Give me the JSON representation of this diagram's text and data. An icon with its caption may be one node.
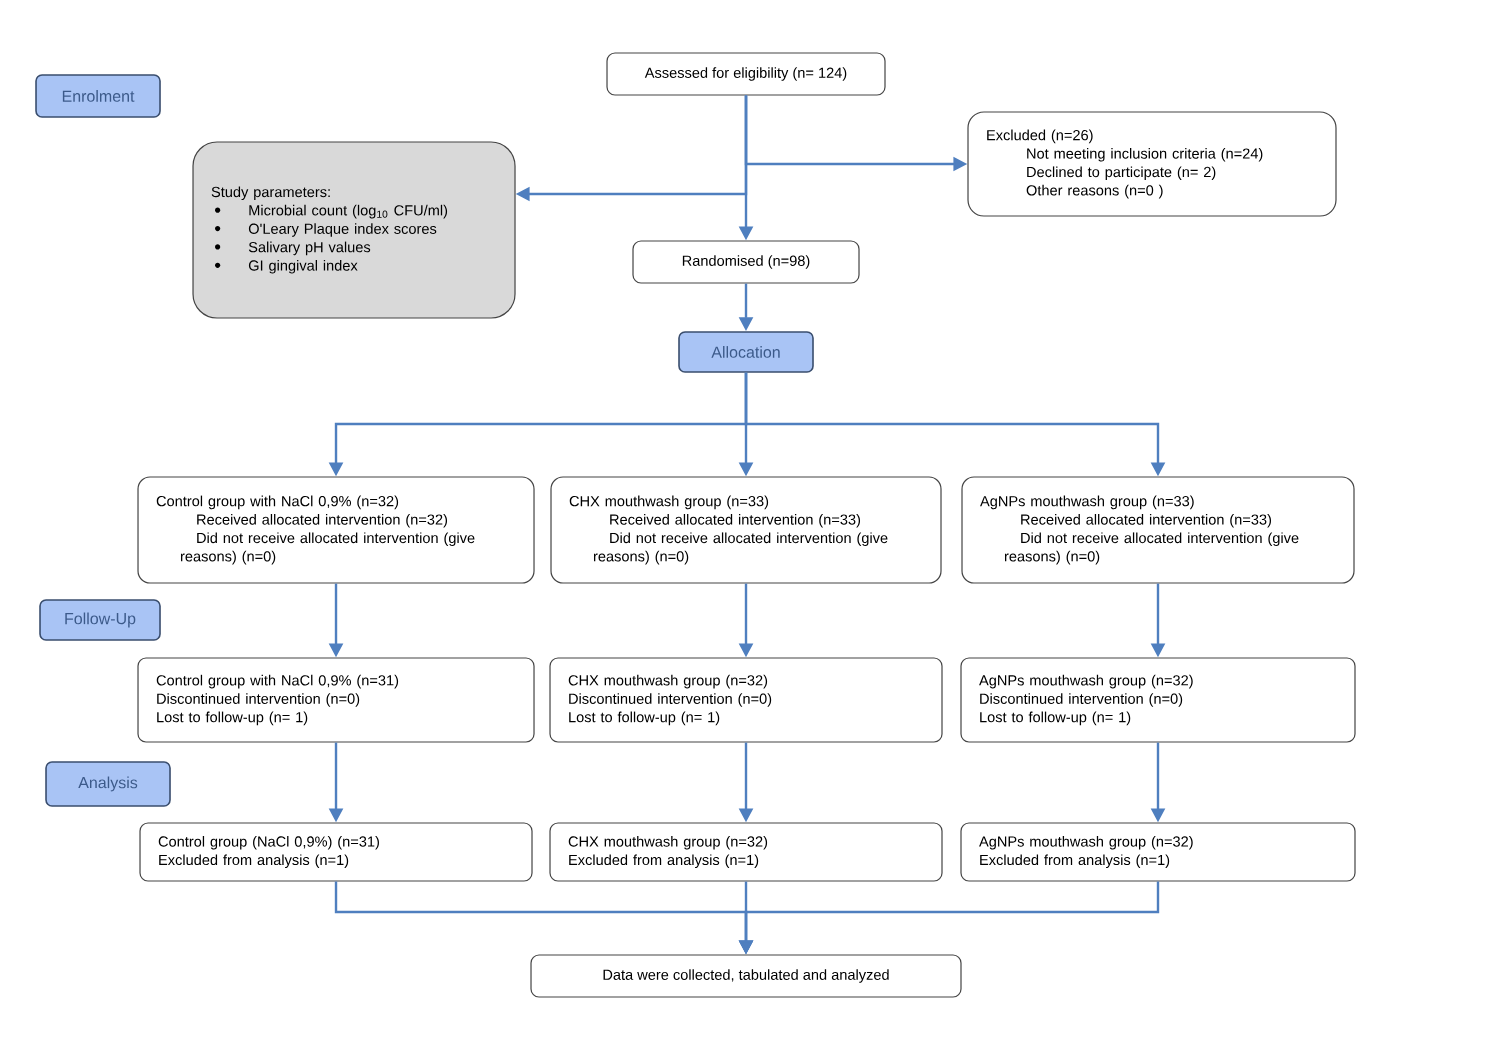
{
  "diagram": {
    "nodes": [
      {
        "text": [
          "Enrolment"
        ]
      },
      {
        "text": [
          "Assessed for eligibility (n= 124)"
        ]
      },
      {
        "text": [
          "Excluded (n=26)",
          "Not meeting inclusion criteria (n=24)",
          "Declined to participate (n= 2)",
          "Other reasons (n=0 )"
        ]
      },
      {
        "text": [
          "Study parameters:",
          "Microbial count (log$_{10}$ CFU/ml)",
          "O'Leary Plaque index scores",
          "Salivary pH values",
          "GI gingival index"
        ]
      },
      {
        "text": [
          "Randomised (n=98)"
        ]
      },
      {
        "text": [
          "Allocation"
        ]
      },
      {
        "text": [
          "Control group with NaCl 0,9% (n=32)",
          "Received allocated intervention (n=32)",
          "Did not receive allocated intervention (give reasons) (n=0)"
        ]
      },
      {
        "text": [
          "CHX mouthwash group (n=33)",
          "Received allocated intervention (n=33)",
          "Did not receive allocated intervention (give reasons) (n=0)"
        ]
      },
      {
        "text": [
          "AgNPs mouthwash group (n=33)",
          "Received allocated intervention (n=33)",
          "Did not receive allocated intervention (give reasons) (n=0)"
        ]
      },
      {
        "text": [
          "Follow-Up"
        ]
      },
      {
        "text": [
          "Control group with NaCl 0,9% (n=31)",
          "Discontinued intervention (n=0)",
          "Lost to follow-up (n= 1)"
        ]
      },
      {
        "text": [
          "CHX mouthwash group (n=32)",
          "Discontinued intervention (n=0)",
          "Lost to follow-up (n= 1)"
        ]
      },
      {
        "text": [
          "AgNPs mouthwash group (n=32)",
          "Discontinued intervention (n=0)",
          "Lost to follow-up (n= 1)"
        ]
      },
      {
        "text": [
          "Analysis"
        ]
      },
      {
        "text": [
          "Control group (NaCl 0,9%) (n=31)",
          "Excluded from analysis (n=1)"
        ]
      },
      {
        "text": [
          "CHX mouthwash group (n=32)",
          "Excluded from analysis (n=1)"
        ]
      },
      {
        "text": [
          "AgNPs mouthwash group (n=32)",
          "Excluded from analysis (n=1)"
        ]
      },
      {
        "text": [
          "Data were collected, tabulated and analyzed"
        ]
      }
    ],
    "edges": [
      {
        "from": 1,
        "to": 4,
        "arrow": "to"
      },
      {
        "from": 1,
        "to": 2,
        "arrow": "to"
      },
      {
        "from": 1,
        "to": 3,
        "arrow": "to"
      },
      {
        "from": 4,
        "to": 5,
        "arrow": "to"
      },
      {
        "from": 5,
        "to": 6,
        "arrow": "to"
      },
      {
        "from": 5,
        "to": 7,
        "arrow": "to"
      },
      {
        "from": 5,
        "to": 8,
        "arrow": "to"
      },
      {
        "from": 6,
        "to": 10,
        "arrow": "to"
      },
      {
        "from": 7,
        "to": 11,
        "arrow": "to"
      },
      {
        "from": 8,
        "to": 12,
        "arrow": "to"
      },
      {
        "from": 10,
        "to": 14,
        "arrow": "to"
      },
      {
        "from": 11,
        "to": 15,
        "arrow": "to"
      },
      {
        "from": 12,
        "to": 16,
        "arrow": "to"
      },
      {
        "from": 14,
        "to": 17,
        "arrow": "to"
      },
      {
        "from": 15,
        "to": 17,
        "arrow": "to"
      },
      {
        "from": 16,
        "to": 17,
        "arrow": "to"
      }
    ]
  }
}
